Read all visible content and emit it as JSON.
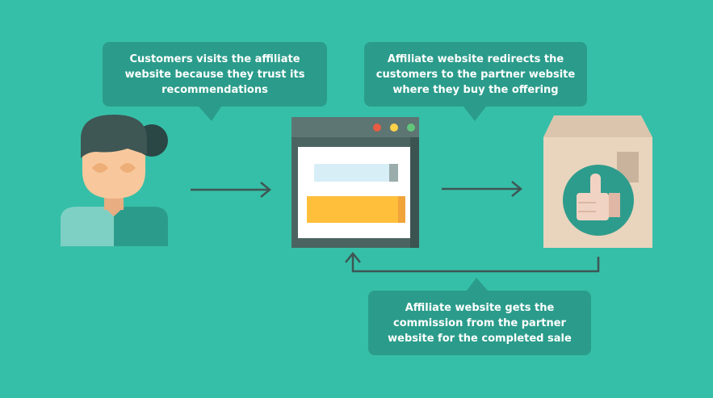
{
  "bubbles": {
    "visit": "Customers visits the affiliate\nwebsite because they trust its\nrecommendations",
    "redirect": "Affiliate website redirects the\ncustomers to the partner website\nwhere they buy the offering",
    "commission": "Affiliate website gets the\ncommission from the partner\nwebsite for the completed sale"
  },
  "icons": [
    "customer-icon",
    "affiliate-website-icon",
    "partner-product-box-icon"
  ],
  "colors": {
    "background": "#36bfa8",
    "bubble": "#2b9c8b",
    "arrow": "#3e5654",
    "hair": "#3e5654",
    "skin": "#f8c89c",
    "browser_frame": "#4b6462",
    "box": "#e9d4bd",
    "button": "#ffbf3a"
  }
}
